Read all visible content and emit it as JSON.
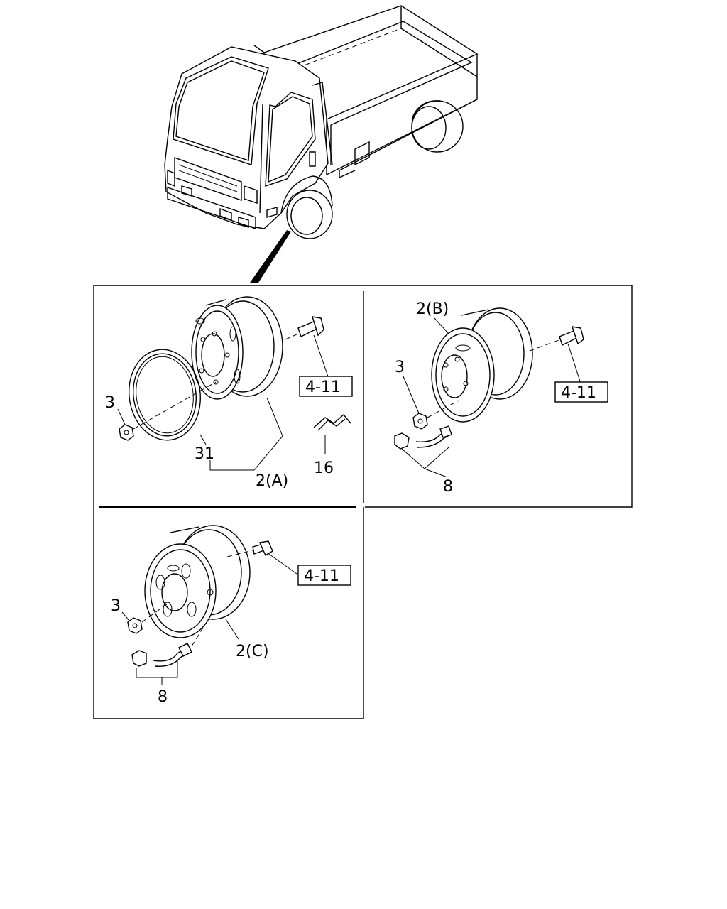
{
  "callouts": {
    "a_nut": "3",
    "a_ring": "31",
    "a_wheel": "2(A)",
    "a_clip": "16",
    "b_wheel": "2(B)",
    "b_nut": "3",
    "b_valve": "8",
    "c_nut": "3",
    "c_wheel": "2(C)",
    "c_valve": "8"
  },
  "references": {
    "a_bolt_ref": "4-11",
    "b_bolt_ref": "4-11",
    "c_bolt_ref": "4-11"
  }
}
